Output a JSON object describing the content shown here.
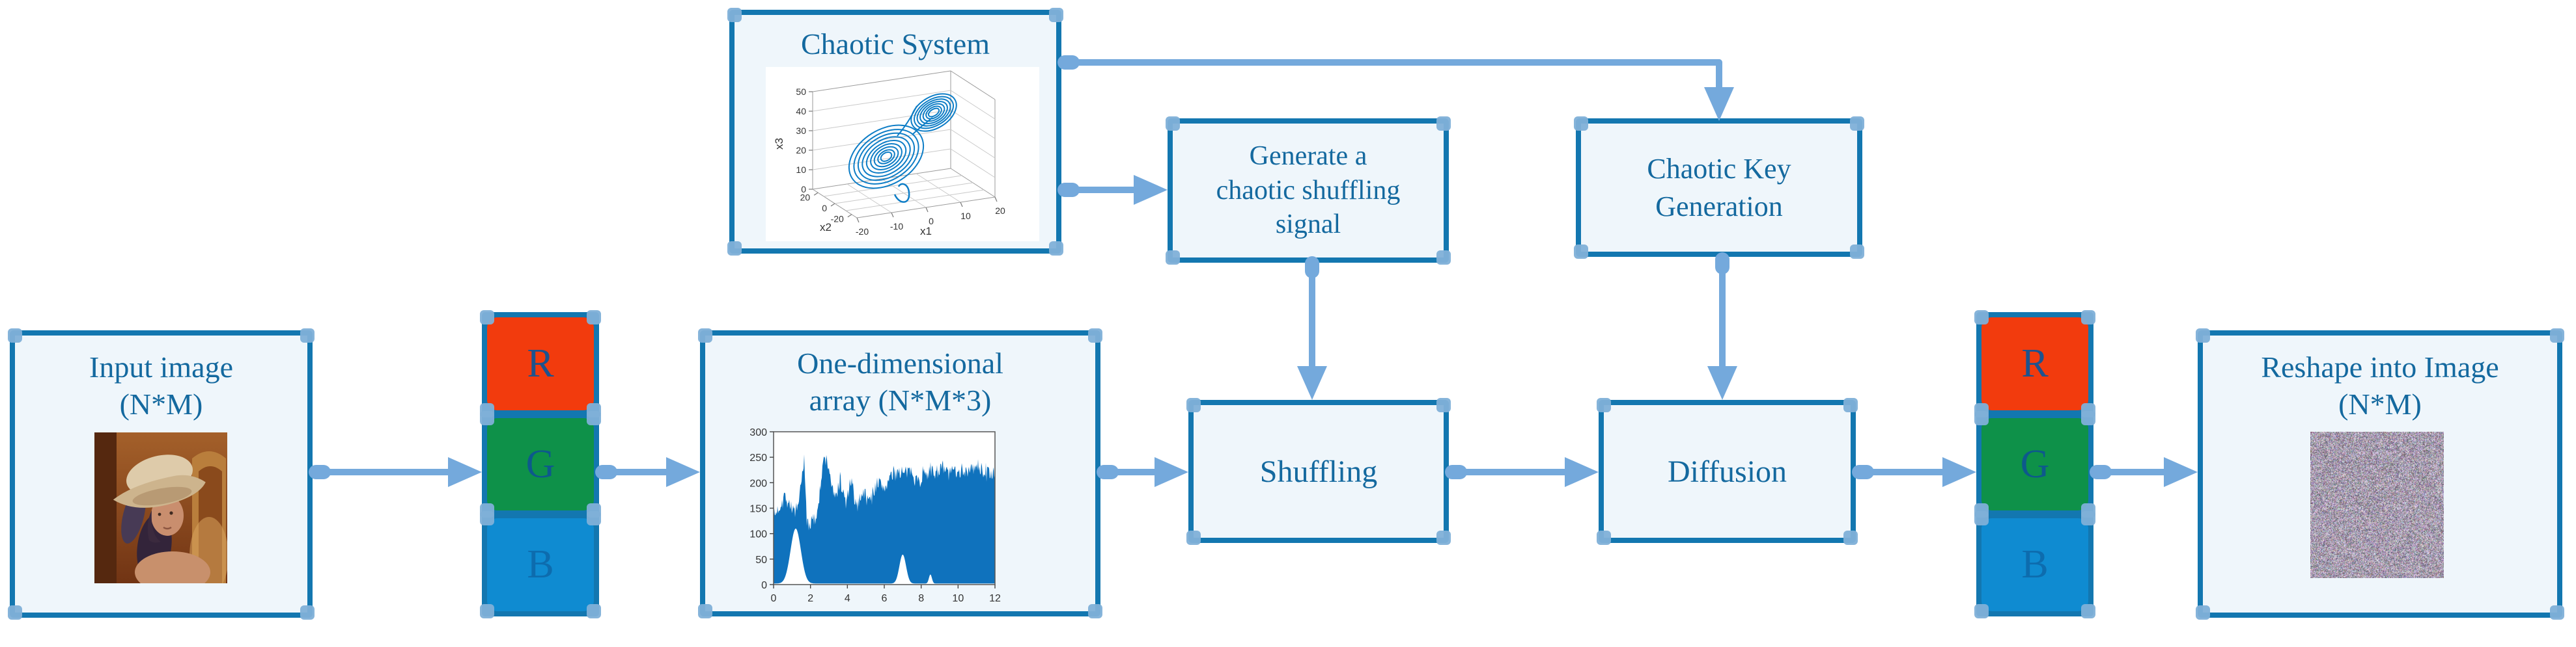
{
  "figure": {
    "boxes": {
      "input_image": {
        "line1": "Input image",
        "line2": "(N*M)"
      },
      "rgb_stack": {
        "r": "R",
        "g": "G",
        "b": "B"
      },
      "one_dimensional": {
        "line1": "One-dimensional",
        "line2": "array (N*M*3)"
      },
      "chaotic_system": {
        "title": "Chaotic System"
      },
      "generate_signal": {
        "line1": "Generate a",
        "line2": "chaotic shuffling",
        "line3": "signal"
      },
      "key_generation": {
        "line1": "Chaotic Key",
        "line2": "Generation"
      },
      "shuffling": {
        "label": "Shuffling"
      },
      "diffusion": {
        "label": "Diffusion"
      },
      "reshape": {
        "line1": "Reshape into Image",
        "line2": "(N*M)"
      }
    },
    "colors": {
      "box_border": "#1377b0",
      "box_fill": "#eff6fb",
      "arrow": "#74a9dc",
      "corner_accent": "#7fb0d8",
      "text": "#14699f",
      "red_channel": "#f23b0d",
      "green_channel": "#0e9149",
      "blue_channel": "#0f8bd1",
      "plot_blue": "#0f72bd"
    }
  },
  "chart_data": [
    {
      "type": "line",
      "name": "chaotic-attractor-3d",
      "description": "3D chaotic attractor (two-lobe butterfly) preview inside Chaotic System box",
      "xlabel": "x1",
      "ylabel": "x2",
      "zlabel": "x3",
      "x1_ticks": [
        "-20",
        "-10",
        "0",
        "10",
        "20"
      ],
      "x2_ticks": [
        "20",
        "0",
        "-20"
      ],
      "x3_ticks": [
        "0",
        "10",
        "20",
        "30",
        "40",
        "50"
      ],
      "grid": true,
      "legend": false
    },
    {
      "type": "area",
      "name": "one-dimensional-array-signal",
      "description": "Dense pixel-value signal of the flattened N*M*3 array",
      "x_ticks": [
        "0",
        "2",
        "4",
        "6",
        "8",
        "10",
        "12"
      ],
      "y_ticks": [
        "0",
        "50",
        "100",
        "150",
        "200",
        "250",
        "300"
      ],
      "xlim": [
        0,
        12
      ],
      "ylim": [
        0,
        300
      ],
      "envelope_top": [
        [
          0,
          130
        ],
        [
          0.6,
          175
        ],
        [
          1.0,
          150
        ],
        [
          1.3,
          140
        ],
        [
          1.65,
          245
        ],
        [
          1.8,
          125
        ],
        [
          2.0,
          120
        ],
        [
          2.3,
          130
        ],
        [
          2.75,
          250
        ],
        [
          3.0,
          230
        ],
        [
          3.3,
          165
        ],
        [
          3.6,
          205
        ],
        [
          3.9,
          160
        ],
        [
          4.2,
          200
        ],
        [
          4.5,
          150
        ],
        [
          4.8,
          185
        ],
        [
          5.2,
          165
        ],
        [
          5.6,
          200
        ],
        [
          6.0,
          190
        ],
        [
          6.4,
          215
        ],
        [
          6.8,
          225
        ],
        [
          7.1,
          215
        ],
        [
          7.5,
          225
        ],
        [
          7.9,
          200
        ],
        [
          8.2,
          225
        ],
        [
          8.6,
          218
        ],
        [
          9.0,
          228
        ],
        [
          9.5,
          220
        ],
        [
          10.0,
          228
        ],
        [
          10.5,
          222
        ],
        [
          11.0,
          230
        ],
        [
          11.5,
          220
        ],
        [
          11.8,
          218
        ],
        [
          12,
          218
        ]
      ],
      "gaps": [
        {
          "center": 1.2,
          "height": 108,
          "sigma": 0.28
        },
        {
          "center": 7.0,
          "height": 57,
          "sigma": 0.18
        },
        {
          "center": 8.5,
          "height": 18,
          "sigma": 0.08
        }
      ],
      "noise_amplitude": 22,
      "grid": false,
      "legend": false
    }
  ]
}
